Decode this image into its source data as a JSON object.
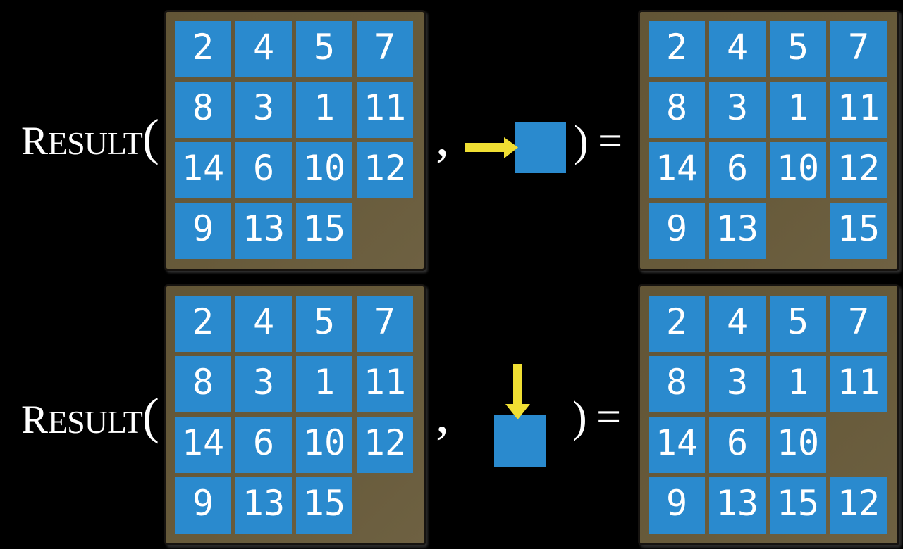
{
  "colors": {
    "background": "#000000",
    "tile_blue": "#2a8ace",
    "frame_brown": "#675a3a",
    "frame_border": "#161310",
    "arrow_yellow": "#f0df33",
    "text_white": "#ffffff"
  },
  "function": {
    "cap": "R",
    "small_caps": "ESULT",
    "open_paren": "("
  },
  "punctuation": {
    "comma": ",",
    "close_paren_equals": ") ="
  },
  "examples": [
    {
      "id": "move-right",
      "action": "slide-tile-right",
      "before": [
        [
          "2",
          "4",
          "5",
          "7"
        ],
        [
          "8",
          "3",
          "1",
          "11"
        ],
        [
          "14",
          "6",
          "10",
          "12"
        ],
        [
          "9",
          "13",
          "15",
          ""
        ]
      ],
      "after": [
        [
          "2",
          "4",
          "5",
          "7"
        ],
        [
          "8",
          "3",
          "1",
          "11"
        ],
        [
          "14",
          "6",
          "10",
          "12"
        ],
        [
          "9",
          "13",
          "",
          "15"
        ]
      ]
    },
    {
      "id": "move-down",
      "action": "slide-tile-down",
      "before": [
        [
          "2",
          "4",
          "5",
          "7"
        ],
        [
          "8",
          "3",
          "1",
          "11"
        ],
        [
          "14",
          "6",
          "10",
          "12"
        ],
        [
          "9",
          "13",
          "15",
          ""
        ]
      ],
      "after": [
        [
          "2",
          "4",
          "5",
          "7"
        ],
        [
          "8",
          "3",
          "1",
          "11"
        ],
        [
          "14",
          "6",
          "10",
          ""
        ],
        [
          "9",
          "13",
          "15",
          "12"
        ]
      ]
    }
  ]
}
